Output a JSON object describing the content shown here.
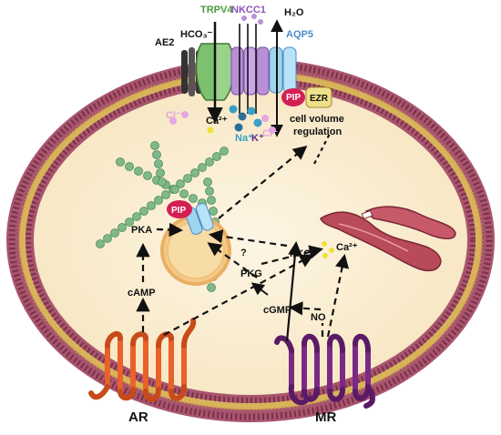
{
  "labels": {
    "trpv4": "TRPV4",
    "nkcc1": "NKCC1",
    "h2o": "H₂O",
    "ae2": "AE2",
    "hco3": "HCO₃⁻",
    "aqp5": "AQP5",
    "pip_top": "PIP",
    "ezr": "EZR",
    "cell_volume": "cell volume",
    "regulation": "regulation",
    "cl_left": "Cl⁻",
    "ca_top": "Ca²⁺",
    "na": "Na⁺",
    "k": "K⁺",
    "cl_right": "Cl⁻",
    "pip_vesicle": "PIP",
    "pka": "PKA",
    "camp": "cAMP",
    "pkc": "PKC",
    "ca_right": "Ca²⁺",
    "question": "?",
    "pkg": "PKG",
    "no": "NO",
    "cgmp": "cGMP",
    "ar": "AR",
    "mr": "MR"
  },
  "colors": {
    "cytoplasm": "#fbf0d9",
    "membrane_head": "#a8556e",
    "membrane_core": "#d8b35a",
    "trpv4_label": "#4a9a3a",
    "nkcc1_label": "#8a55b8",
    "aqp5_label": "#4a8cc8",
    "ar_receptor": "#e8622a",
    "mr_receptor": "#7a2a86",
    "pip": "#d41f55",
    "ezr": "#f0e08a",
    "actin": "#7fb98a",
    "er": "#b84a5a",
    "vesicle": "#f5c98a",
    "calcium": "#f0e034",
    "na_ion": "#3aa0c8",
    "cl_ion": "#d070c8"
  },
  "icons": [
    "ae2-transporter-icon",
    "trpv4-channel-icon",
    "nkcc1-cotransporter-icon",
    "aqp5-channel-icon",
    "actin-filament-icon",
    "endoplasmic-reticulum-icon",
    "vesicle-icon",
    "receptor-icon"
  ]
}
